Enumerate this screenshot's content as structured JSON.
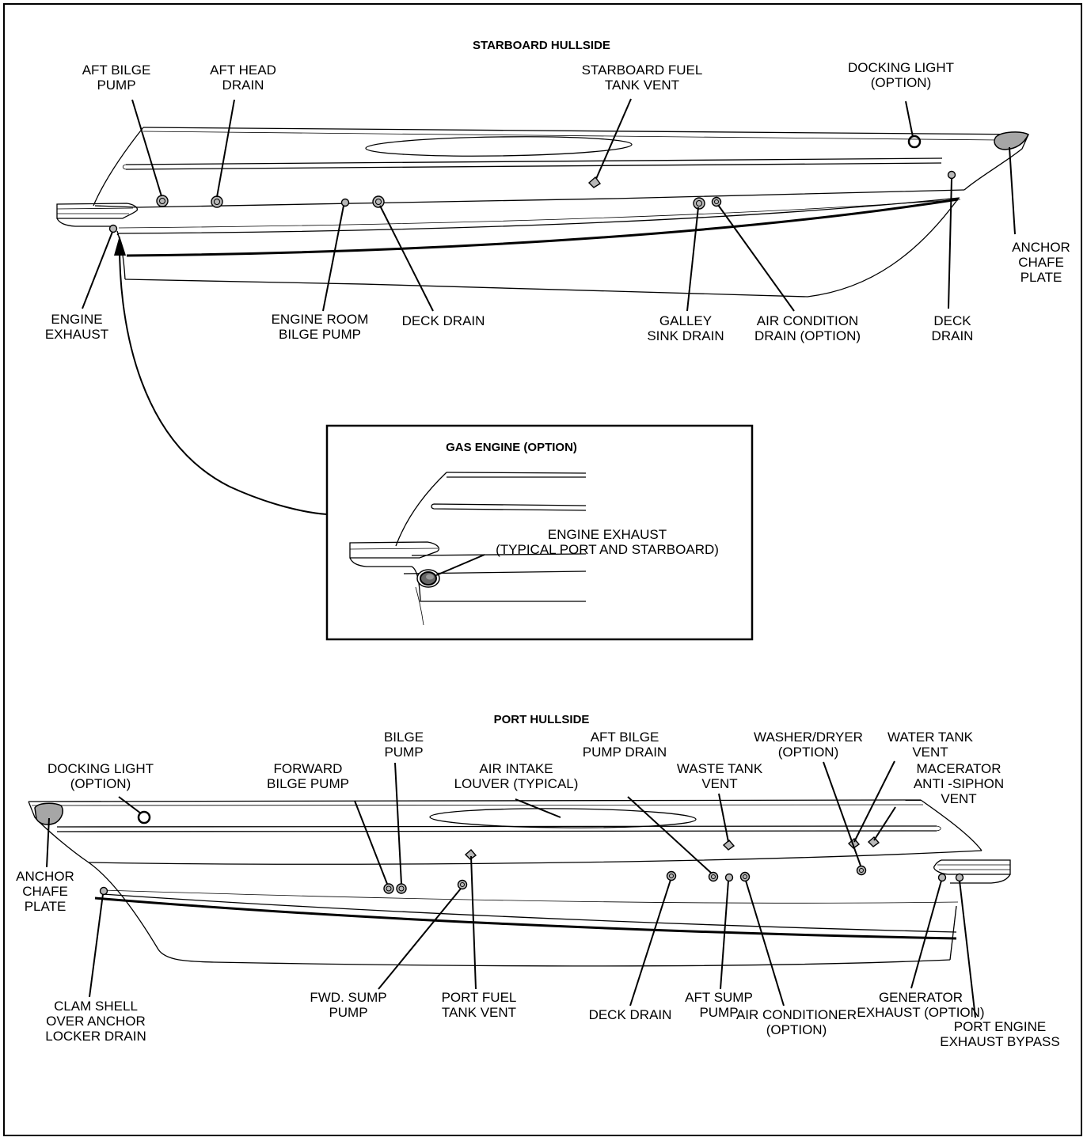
{
  "starboard": {
    "title": "STARBOARD HULLSIDE",
    "labels": {
      "aft_bilge_pump": [
        "AFT BILGE",
        "PUMP"
      ],
      "aft_head_drain": [
        "AFT HEAD",
        "DRAIN"
      ],
      "starboard_fuel_tank_vent": [
        "STARBOARD FUEL",
        "TANK VENT"
      ],
      "docking_light": [
        "DOCKING LIGHT",
        "(OPTION)"
      ],
      "anchor_chafe_plate": [
        "ANCHOR",
        "CHAFE",
        "PLATE"
      ],
      "engine_exhaust": [
        "ENGINE",
        "EXHAUST"
      ],
      "engine_room_bilge_pump": [
        "ENGINE ROOM",
        "BILGE PUMP"
      ],
      "deck_drain_aft": [
        "DECK DRAIN"
      ],
      "galley_sink_drain": [
        "GALLEY",
        "SINK DRAIN"
      ],
      "air_condition_drain": [
        "AIR CONDITION",
        "DRAIN (OPTION)"
      ],
      "deck_drain_fwd": [
        "DECK",
        "DRAIN"
      ]
    }
  },
  "inset": {
    "title": "GAS ENGINE (OPTION)",
    "labels": {
      "engine_exhaust": [
        "ENGINE EXHAUST",
        "(TYPICAL PORT AND STARBOARD)"
      ]
    }
  },
  "port": {
    "title": "PORT HULLSIDE",
    "labels": {
      "docking_light": [
        "DOCKING LIGHT",
        "(OPTION)"
      ],
      "forward_bilge_pump": [
        "FORWARD",
        "BILGE PUMP"
      ],
      "bilge_pump": [
        "BILGE",
        "PUMP"
      ],
      "air_intake_louver": [
        "AIR INTAKE",
        "LOUVER (TYPICAL)"
      ],
      "aft_bilge_pump_drain": [
        "AFT BILGE",
        "PUMP DRAIN"
      ],
      "waste_tank_vent": [
        "WASTE TANK",
        "VENT"
      ],
      "washer_dryer": [
        "WASHER/DRYER",
        "(OPTION)"
      ],
      "water_tank_vent": [
        "WATER TANK",
        "VENT"
      ],
      "macerator_vent": [
        "MACERATOR",
        "ANTI -SIPHON",
        "VENT"
      ],
      "anchor_chafe_plate": [
        "ANCHOR",
        "CHAFE",
        "PLATE"
      ],
      "clam_shell_drain": [
        "CLAM SHELL",
        "OVER ANCHOR",
        "LOCKER DRAIN"
      ],
      "fwd_sump_pump": [
        "FWD. SUMP",
        "PUMP"
      ],
      "port_fuel_tank_vent": [
        "PORT FUEL",
        "TANK VENT"
      ],
      "deck_drain": [
        "DECK DRAIN"
      ],
      "aft_sump_pump": [
        "AFT SUMP",
        "PUMP"
      ],
      "air_conditioner": [
        "AIR CONDITIONER",
        "(OPTION)"
      ],
      "generator_exhaust": [
        "GENERATOR",
        "EXHAUST (OPTION)"
      ],
      "port_engine_exhaust_bypass": [
        "PORT ENGINE",
        "EXHAUST BYPASS"
      ]
    }
  },
  "colors": {
    "fitting_fill": "#b8b8b8",
    "plate_fill": "#a6a6a6",
    "line": "#000000"
  }
}
